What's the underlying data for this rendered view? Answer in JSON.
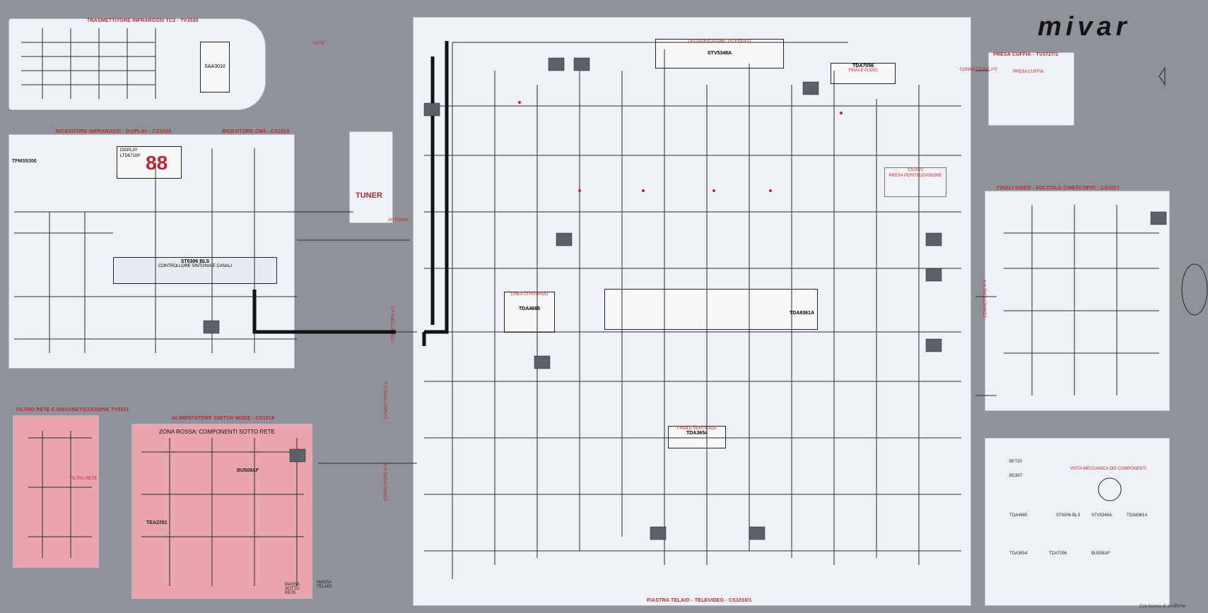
{
  "brand": "mivar",
  "panels": {
    "ir_transmitter": {
      "title": "TRASMETTITORE INFRAROSSI  TC3 - TV3520",
      "chip": "SAA3010",
      "note_header": "NOTE"
    },
    "ir_receiver": {
      "title": "RICEVITORE INFRAROSSI - DISPLAY - CS1020",
      "sensor": "TFMS5300",
      "display_label": "DISPLAY",
      "display_part": "LTD6710P",
      "display_digits": "88"
    },
    "cm6_receiver": {
      "title": "RICEVITORE CM6 - CS1019",
      "controller": "ST6306 BLS",
      "controller_desc": "CONTROLLORE SINTONIA E CANALI"
    },
    "tuner": {
      "label": "TUNER",
      "antenna": "ANTENNA"
    },
    "main_board": {
      "title": "PIASTRA TELAIO - TELEVIDEO - CS1016/1",
      "chip_main": "TDA8361A",
      "chip_decoder": "STV5348A",
      "chip_decoder_label": "DECODIFICATORE TELEVIDEO",
      "chip_delay": "TDA4665",
      "chip_delay_label": "LINEA DI RITARDO",
      "chip_vert": "TDA3654",
      "chip_vert_label": "FINALE VERTICALE",
      "chip_audio": "TDA7056",
      "chip_audio_label": "FINALE AUDIO"
    },
    "scart": {
      "title": "CS1020",
      "label": "PRESA PERITELEVISIONE"
    },
    "headphone": {
      "title": "PRESA CUFFIA - TV3727/1",
      "label": "PRESA CUFFIA"
    },
    "video_finals": {
      "title": "FINALI VIDEO - ZOCCOLO CINESCOPIO - CS1017"
    },
    "mains_filter": {
      "title": "FILTRO RETE E SMAGNETIZZAZIONE TV3511",
      "subtitle": "FILTRO RETE"
    },
    "switch_mode": {
      "title": "ALIMENTATORE SWITCH MODE - CS1018",
      "zone": "ZONA ROSSA: COMPONENTI SOTTO RETE",
      "chip": "TEA2261",
      "transistor": "BU508AF",
      "massa_rete": "MASSA SOTTO RETE",
      "massa_telaio": "MASSA TELAIO"
    },
    "components": {
      "title": "VISTA MECCANICA DEI COMPONENTI",
      "parts": [
        "TDA4665",
        "ST6306-BLS",
        "STV5348A",
        "TDA8361A",
        "TDA3654",
        "TDA7056",
        "BU508AF",
        "BF720",
        "BC807"
      ]
    }
  },
  "connectors": [
    "CONNETTORE n°1",
    "CONNETTORE n°2",
    "CONNETTORE n°3",
    "CONNETTORE n°4",
    "CONNETTORE n°5"
  ],
  "footer": "Con licenza di modifiche"
}
